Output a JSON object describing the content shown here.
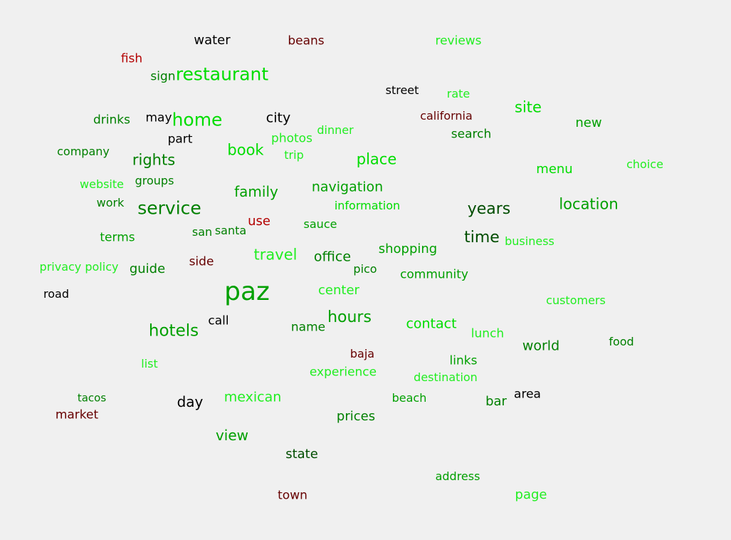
{
  "word_cloud": {
    "palette": {
      "black": "#000000",
      "dark_green": "#004d00",
      "green": "#008000",
      "mid_green": "#00a000",
      "bright_green": "#00dd00",
      "lime": "#22ee22",
      "dark_red": "#660000",
      "red": "#b30000"
    },
    "words": [
      {
        "text": "water",
        "color": "black"
      },
      {
        "text": "beans",
        "color": "dark_red"
      },
      {
        "text": "reviews",
        "color": "lime"
      },
      {
        "text": "fish",
        "color": "red"
      },
      {
        "text": "sign",
        "color": "green"
      },
      {
        "text": "restaurant",
        "color": "bright_green"
      },
      {
        "text": "street",
        "color": "black"
      },
      {
        "text": "rate",
        "color": "lime"
      },
      {
        "text": "drinks",
        "color": "green"
      },
      {
        "text": "may",
        "color": "black"
      },
      {
        "text": "home",
        "color": "bright_green"
      },
      {
        "text": "city",
        "color": "black"
      },
      {
        "text": "california",
        "color": "dark_red"
      },
      {
        "text": "site",
        "color": "bright_green"
      },
      {
        "text": "new",
        "color": "mid_green"
      },
      {
        "text": "part",
        "color": "black"
      },
      {
        "text": "photos",
        "color": "lime"
      },
      {
        "text": "dinner",
        "color": "lime"
      },
      {
        "text": "search",
        "color": "green"
      },
      {
        "text": "company",
        "color": "green"
      },
      {
        "text": "rights",
        "color": "green"
      },
      {
        "text": "book",
        "color": "bright_green"
      },
      {
        "text": "trip",
        "color": "lime"
      },
      {
        "text": "place",
        "color": "bright_green"
      },
      {
        "text": "menu",
        "color": "bright_green"
      },
      {
        "text": "choice",
        "color": "lime"
      },
      {
        "text": "website",
        "color": "lime"
      },
      {
        "text": "groups",
        "color": "green"
      },
      {
        "text": "family",
        "color": "mid_green"
      },
      {
        "text": "navigation",
        "color": "mid_green"
      },
      {
        "text": "work",
        "color": "green"
      },
      {
        "text": "service",
        "color": "green"
      },
      {
        "text": "information",
        "color": "bright_green"
      },
      {
        "text": "years",
        "color": "dark_green"
      },
      {
        "text": "location",
        "color": "mid_green"
      },
      {
        "text": "use",
        "color": "red"
      },
      {
        "text": "terms",
        "color": "mid_green"
      },
      {
        "text": "san",
        "color": "green"
      },
      {
        "text": "santa",
        "color": "green"
      },
      {
        "text": "sauce",
        "color": "mid_green"
      },
      {
        "text": "time",
        "color": "dark_green"
      },
      {
        "text": "business",
        "color": "lime"
      },
      {
        "text": "travel",
        "color": "lime"
      },
      {
        "text": "shopping",
        "color": "mid_green"
      },
      {
        "text": "office",
        "color": "green"
      },
      {
        "text": "privacy policy",
        "color": "lime"
      },
      {
        "text": "guide",
        "color": "green"
      },
      {
        "text": "side",
        "color": "dark_red"
      },
      {
        "text": "pico",
        "color": "green"
      },
      {
        "text": "community",
        "color": "mid_green"
      },
      {
        "text": "road",
        "color": "black"
      },
      {
        "text": "paz",
        "color": "mid_green"
      },
      {
        "text": "center",
        "color": "lime"
      },
      {
        "text": "customers",
        "color": "lime"
      },
      {
        "text": "call",
        "color": "black"
      },
      {
        "text": "hours",
        "color": "mid_green"
      },
      {
        "text": "name",
        "color": "green"
      },
      {
        "text": "contact",
        "color": "bright_green"
      },
      {
        "text": "hotels",
        "color": "mid_green"
      },
      {
        "text": "lunch",
        "color": "lime"
      },
      {
        "text": "world",
        "color": "green"
      },
      {
        "text": "food",
        "color": "green"
      },
      {
        "text": "baja",
        "color": "dark_red"
      },
      {
        "text": "links",
        "color": "mid_green"
      },
      {
        "text": "list",
        "color": "lime"
      },
      {
        "text": "experience",
        "color": "lime"
      },
      {
        "text": "destination",
        "color": "lime"
      },
      {
        "text": "tacos",
        "color": "green"
      },
      {
        "text": "day",
        "color": "black"
      },
      {
        "text": "mexican",
        "color": "lime"
      },
      {
        "text": "beach",
        "color": "mid_green"
      },
      {
        "text": "bar",
        "color": "green"
      },
      {
        "text": "area",
        "color": "black"
      },
      {
        "text": "market",
        "color": "dark_red"
      },
      {
        "text": "prices",
        "color": "green"
      },
      {
        "text": "view",
        "color": "mid_green"
      },
      {
        "text": "state",
        "color": "dark_green"
      },
      {
        "text": "address",
        "color": "mid_green"
      },
      {
        "text": "page",
        "color": "lime"
      },
      {
        "text": "town",
        "color": "dark_red"
      }
    ]
  }
}
